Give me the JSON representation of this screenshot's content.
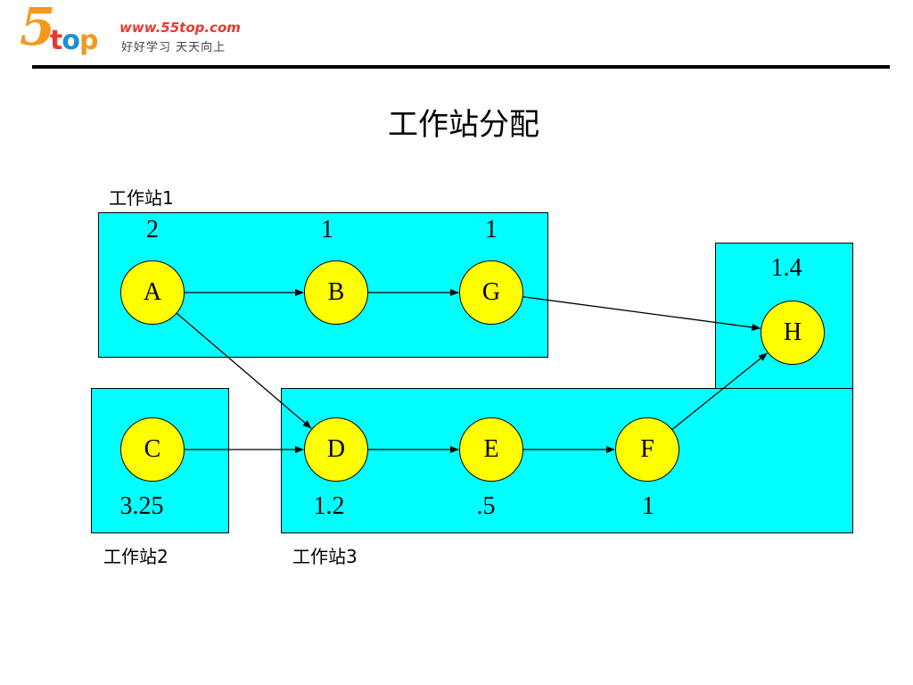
{
  "logo": {
    "num": "5",
    "word_t": "t",
    "word_o": "o",
    "word_p": "p",
    "url": "www.55top.com",
    "tagline": "好好学习  天天向上"
  },
  "title": "工作站分配",
  "stations": [
    {
      "label": "工作站1"
    },
    {
      "label": "工作站2"
    },
    {
      "label": "工作站3"
    }
  ],
  "nodes": {
    "A": {
      "label": "A",
      "time": "2"
    },
    "B": {
      "label": "B",
      "time": "1"
    },
    "G": {
      "label": "G",
      "time": "1"
    },
    "H": {
      "label": "H",
      "time": "1.4"
    },
    "C": {
      "label": "C",
      "time": "3.25"
    },
    "D": {
      "label": "D",
      "time": "1.2"
    },
    "E": {
      "label": "E",
      "time": ".5"
    },
    "F": {
      "label": "F",
      "time": "1"
    }
  },
  "edges": [
    [
      "A",
      "B"
    ],
    [
      "B",
      "G"
    ],
    [
      "G",
      "H"
    ],
    [
      "A",
      "D"
    ],
    [
      "C",
      "D"
    ],
    [
      "D",
      "E"
    ],
    [
      "E",
      "F"
    ],
    [
      "F",
      "H"
    ]
  ],
  "colors": {
    "station_fill": "#00ffff",
    "node_fill": "#ffff00",
    "rule": "#000000"
  }
}
